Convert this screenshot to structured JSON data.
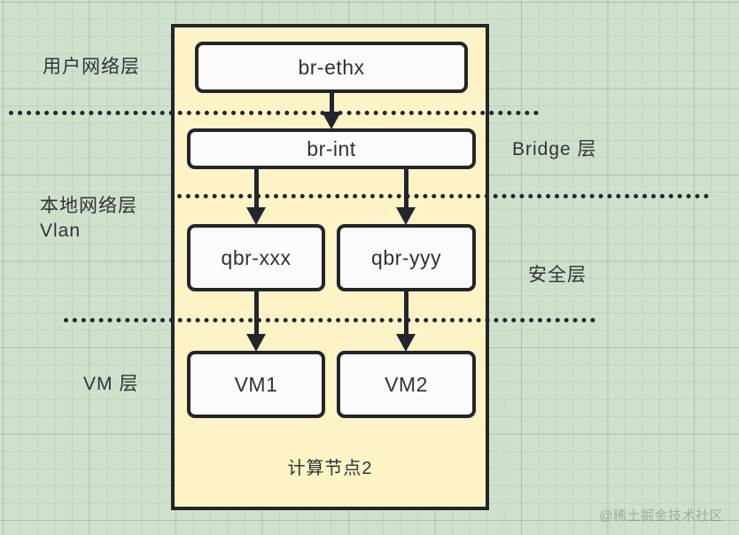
{
  "diagram": {
    "title": "OpenStack Neutron compute node network layers",
    "background_color": "#cfe1cc",
    "panel_color": "#fdf3c6",
    "line_color": "#22262c"
  },
  "node_panel": {
    "caption": "计算节点2"
  },
  "boxes": [
    {
      "id": "br-ethx",
      "label": "br-ethx"
    },
    {
      "id": "br-int",
      "label": "br-int"
    },
    {
      "id": "qbr-xxx",
      "label": "qbr-xxx"
    },
    {
      "id": "qbr-yyy",
      "label": "qbr-yyy"
    },
    {
      "id": "vm1",
      "label": "VM1"
    },
    {
      "id": "vm2",
      "label": "VM2"
    }
  ],
  "left_labels": [
    {
      "id": "user-network-layer",
      "label": "用户网络层"
    },
    {
      "id": "local-network-layer",
      "label": "本地网络层\nVlan"
    },
    {
      "id": "vm-layer",
      "label": "VM 层"
    }
  ],
  "right_labels": [
    {
      "id": "bridge-layer",
      "label": "Bridge 层"
    },
    {
      "id": "security-layer",
      "label": "安全层"
    }
  ],
  "separators": [
    {
      "id": "separator-user-bridge"
    },
    {
      "id": "separator-bridge-security"
    },
    {
      "id": "separator-security-vm"
    }
  ],
  "watermark": {
    "text": "@稀土掘金技术社区"
  }
}
